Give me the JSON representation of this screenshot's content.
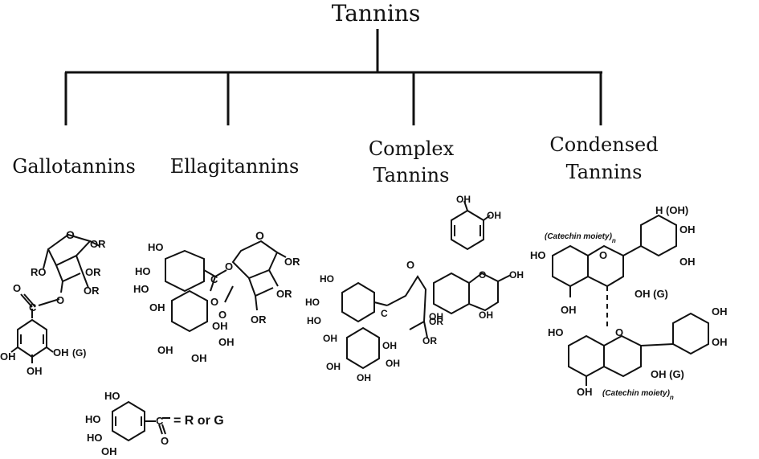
{
  "diagram": {
    "root": "Tannins",
    "branches": [
      {
        "label_lines": [
          "Gallotannins"
        ]
      },
      {
        "label_lines": [
          "Ellagitannins"
        ]
      },
      {
        "label_lines": [
          "Complex",
          "Tannins"
        ]
      },
      {
        "label_lines": [
          "Condensed",
          "Tannins"
        ]
      }
    ]
  },
  "structures": {
    "gallotannin": {
      "ring_o": "O",
      "or": "OR",
      "ro": "RO",
      "carbonyl_o": "O",
      "carbonyl_c": "C",
      "ester_o": "O",
      "oh": "OH",
      "g_tag": "(G)"
    },
    "ellagitannin": {
      "ho": "HO",
      "oh": "OH",
      "ring_o": "O",
      "or": "OR",
      "o": "O",
      "c": "C"
    },
    "complex": {
      "ho": "HO",
      "oh": "OH",
      "o": "O",
      "or": "OR",
      "c": "C"
    },
    "condensed": {
      "catechin_moiety": "(Catechin moiety)",
      "sub_n": "n",
      "h_oh": "H (OH)",
      "oh": "OH",
      "ho": "HO",
      "o": "O",
      "oh_g": "OH (G)"
    },
    "legend": {
      "ho": "HO",
      "oh": "OH",
      "c": "C",
      "o": "O",
      "text": "= R or G"
    }
  }
}
